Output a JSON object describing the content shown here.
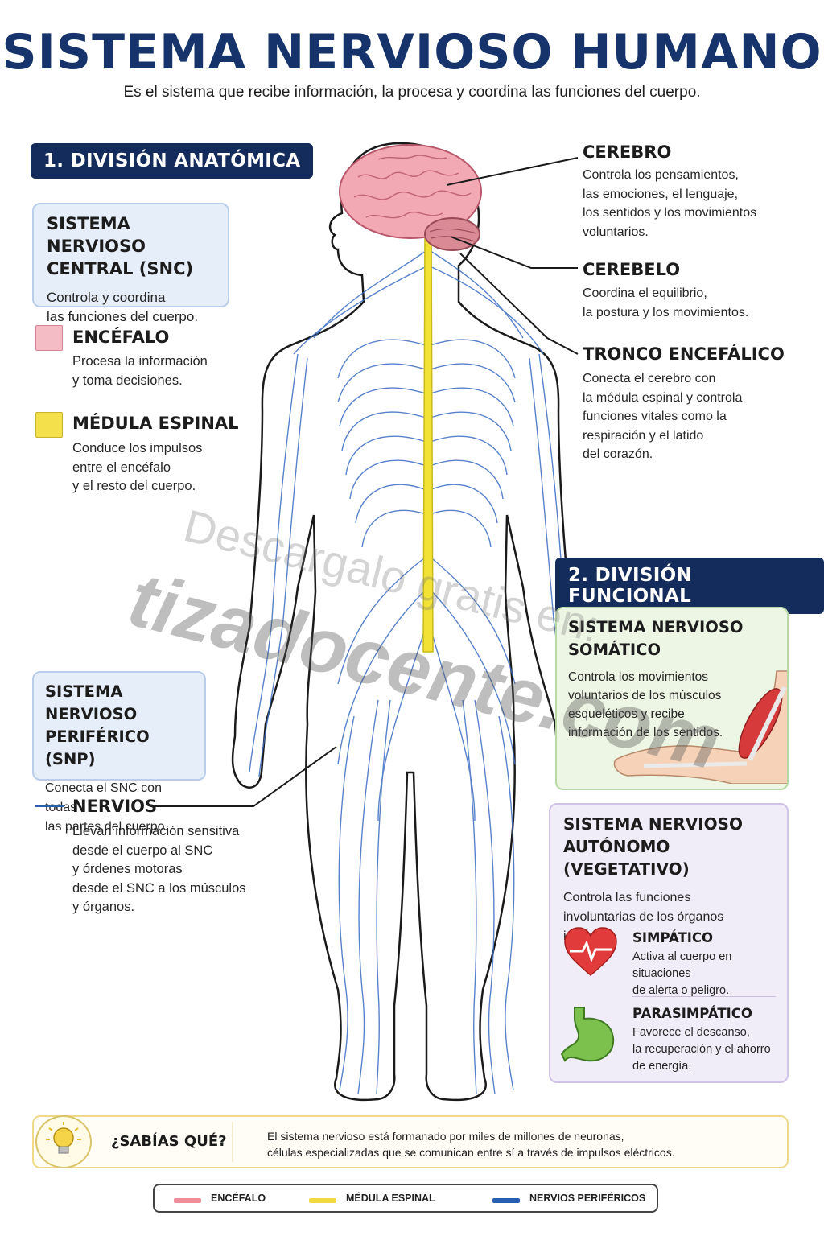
{
  "header": {
    "title": "SISTEMA NERVIOSO HUMANO",
    "subtitle": "Es el sistema que recibe información, la procesa y coordina las funciones del cuerpo."
  },
  "anatomica": {
    "heading": "1. DIVISIÓN ANATÓMICA",
    "snc": {
      "title_l1": "SISTEMA NERVIOSO",
      "title_l2": "CENTRAL (SNC)",
      "text_l1": "Controla y coordina",
      "text_l2": "las funciones del cuerpo."
    },
    "encefalo": {
      "title": "ENCÉFALO",
      "text_l1": "Procesa la información",
      "text_l2": "y toma decisiones.",
      "color": "#f4bdc6"
    },
    "medula": {
      "title": "MÉDULA ESPINAL",
      "text_l1": "Conduce los impulsos",
      "text_l2": "entre el encéfalo",
      "text_l3": "y el resto del cuerpo.",
      "color": "#f4e04a"
    },
    "snp": {
      "title_l1": "SISTEMA NERVIOSO",
      "title_l2": "PERIFÉRICO (SNP)",
      "text_l1": "Conecta el SNC con todas",
      "text_l2": "las partes del cuerpo."
    },
    "nervios": {
      "title": "NERVIOS",
      "text_l1": "Llevan información sensitiva",
      "text_l2": "desde el cuerpo al SNC",
      "text_l3": "y órdenes motoras",
      "text_l4": "desde el SNC a los músculos",
      "text_l5": "y órganos.",
      "color": "#2a5fb0"
    }
  },
  "labels": {
    "cerebro": {
      "title": "CEREBRO",
      "text_l1": "Controla los pensamientos,",
      "text_l2": "las emociones, el lenguaje,",
      "text_l3": "los sentidos y los movimientos",
      "text_l4": "voluntarios."
    },
    "cerebelo": {
      "title": "CEREBELO",
      "text_l1": "Coordina el equilibrio,",
      "text_l2": "la postura y los movimientos."
    },
    "tronco": {
      "title": "TRONCO ENCEFÁLICO",
      "text_l1": "Conecta el cerebro con",
      "text_l2": "la médula espinal y controla",
      "text_l3": "funciones vitales como la",
      "text_l4": "respiración y el latido",
      "text_l5": "del corazón."
    }
  },
  "funcional": {
    "heading": "2. DIVISIÓN FUNCIONAL",
    "somatico": {
      "title_l1": "SISTEMA NERVIOSO",
      "title_l2": "SOMÁTICO",
      "text_l1": "Controla los movimientos",
      "text_l2": "voluntarios de los músculos",
      "text_l3": "esqueléticos y recibe",
      "text_l4": "información de los sentidos."
    },
    "autonomo": {
      "title_l1": "SISTEMA NERVIOSO",
      "title_l2": "AUTÓNOMO (VEGETATIVO)",
      "text_l1": "Controla las funciones",
      "text_l2": "involuntarias de los órganos",
      "text_l3": "internos.",
      "simpatico": {
        "title": "SIMPÁTICO",
        "text_l1": "Activa al cuerpo en situaciones",
        "text_l2": "de alerta o peligro."
      },
      "parasimpatico": {
        "title": "PARASIMPÁTICO",
        "text_l1": "Favorece el descanso,",
        "text_l2": "la recuperación y el ahorro",
        "text_l3": "de energía."
      }
    }
  },
  "sabias": {
    "title": "¿SABÍAS QUÉ?",
    "text_l1": "El sistema nervioso está formanado por miles de millones de neuronas,",
    "text_l2": "células especializadas que se comunican entre sí a través de impulsos eléctricos."
  },
  "legend": {
    "encefalo": "ENCÉFALO",
    "medula": "MÉDULA ESPINAL",
    "nervios": "NERVIOS PERIFÉRICOS",
    "encefalo_color": "#ef8e9a",
    "medula_color": "#f1d93e",
    "nervios_color": "#2a5fb0"
  },
  "watermark": {
    "line1": "Descargalo gratis en:",
    "line2": "tizadocente.com"
  },
  "colors": {
    "title": "#16346b",
    "pill": "#142c5c",
    "brain": "#f2a9b4",
    "spine": "#f2e236",
    "nerve": "#3a6cc0"
  }
}
